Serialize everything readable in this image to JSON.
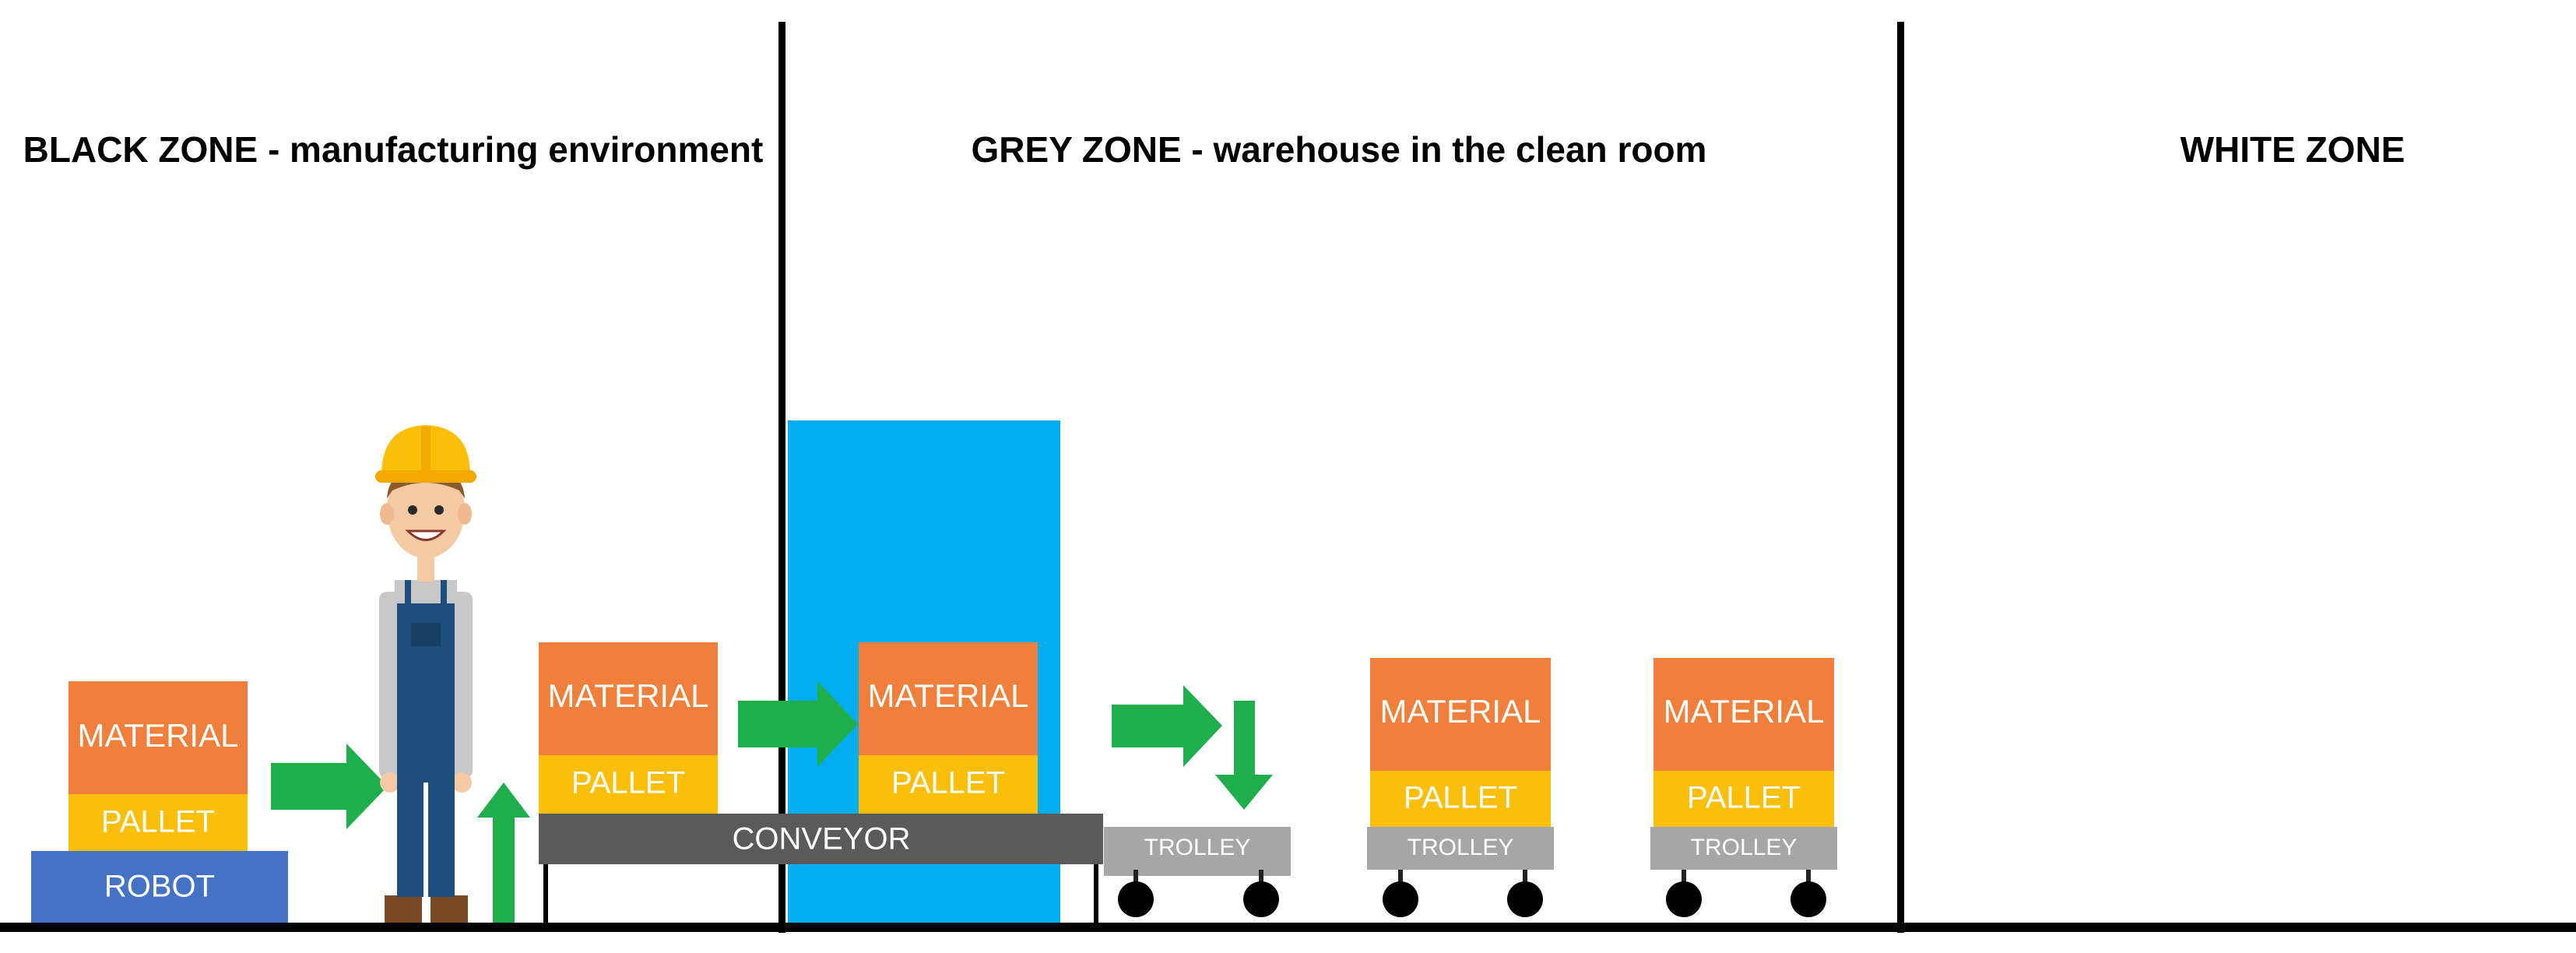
{
  "zones": {
    "black": "BLACK ZONE - manufacturing environment",
    "grey": "GREY ZONE - warehouse in the clean room",
    "white": "WHITE ZONE"
  },
  "labels": {
    "material": "MATERIAL",
    "pallet": "PALLET",
    "robot": "ROBOT",
    "conveyor": "CONVEYOR",
    "trolley": "TROLLEY"
  },
  "colors": {
    "material": "#ef7f3a",
    "pallet": "#fbbf0a",
    "robot": "#4473c5",
    "conveyor": "#5a5a5a",
    "trolley": "#a6a6a6",
    "cleanroom_door": "#00aeef",
    "arrow": "#1fae4b",
    "lines": "#000000"
  },
  "icons": {
    "worker": "worker-with-hard-hat-icon",
    "arrow": "flow-arrow-icon",
    "wheel": "wheel-icon"
  }
}
